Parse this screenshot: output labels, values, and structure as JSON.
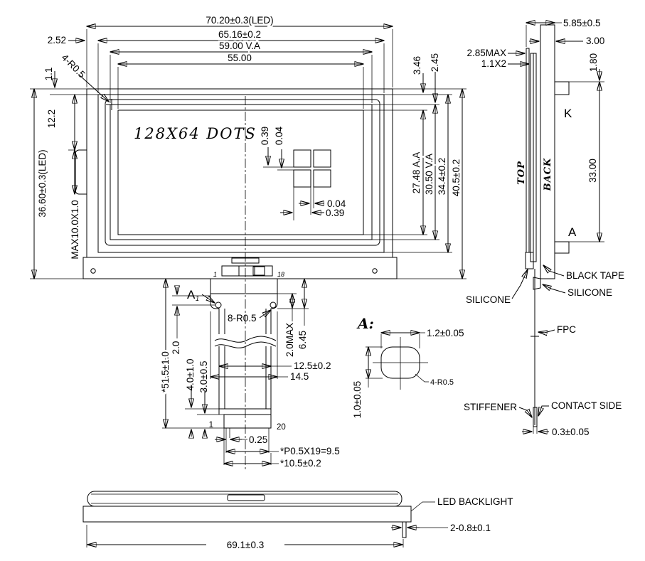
{
  "front": {
    "display_label": "128X64 DOTS",
    "dim_width_led": "70.20±0.3(LED)",
    "dim_width_bezel": "65.16±0.2",
    "dim_width_va": "59.00 V.A",
    "dim_width_aa": "55.00",
    "dim_margin": "2.52",
    "dim_lip": "1.1",
    "corner_radius": "4-R0.5",
    "dim_height_led": "36.60±0.3(LED)",
    "dim_bump_offset": "12.2",
    "bump_label": "MAX10.0X1.0",
    "dim_aa_offset": "3.46",
    "dim_va_offset": "2.45",
    "dim_height_aa": "27.48 A.A",
    "dim_height_va": "30.50 V.A",
    "dim_height_bezel": "34.4±0.2",
    "dim_height_total": "40.5±0.2",
    "dot": {
      "h1": "0.39",
      "h2": "0.04",
      "w1": "0.04",
      "w2": "0.39"
    },
    "pin_first": "1",
    "pin_last": "18"
  },
  "tail": {
    "hole_ref": "A",
    "hole_ref_sub": "1",
    "radius_label": "8-R0.5",
    "dim_tape": "2.0MAX",
    "dim_shoulder": "6.45",
    "dim_length": "*51.5±1.0",
    "dim_hole_pos": "2.0",
    "dim_stiffener": "4.0±1.0",
    "dim_contact": "3.0±0.5",
    "dim_width_narrow": "12.5±0.2",
    "dim_width_shoulder": "14.5",
    "pin_first": "1",
    "pin_last": "20",
    "dim_pin_margin": "0.25",
    "dim_pitch": "*P0.5X19=9.5",
    "dim_contact_width": "*10.5±0.2"
  },
  "side": {
    "dim_total_thk": "5.85±0.5",
    "dim_back_thk": "3.00",
    "dim_lcd_thk": "2.85MAX",
    "dim_glass": "1.1X2",
    "dim_tab_offset": "1.80",
    "tab_top": "K",
    "tab_bottom": "A",
    "dim_tab_span": "33.00",
    "label_top": "TOP",
    "label_back": "BACK",
    "label_black_tape": "BLACK TAPE",
    "label_silicone_left": "SILICONE",
    "label_silicone_right": "SILICONE",
    "label_fpc": "FPC",
    "label_stiffener": "STIFFENER",
    "label_contact": "CONTACT SIDE",
    "dim_fpc_thk": "0.3±0.05"
  },
  "detail_a": {
    "title": "A:",
    "dim_w": "1.2±0.05",
    "dim_h": "1.0±0.05",
    "radius": "4-R0.5"
  },
  "bottom": {
    "label_backlight": "LED BACKLIGHT",
    "dim_width": "69.1±0.3",
    "dim_tab": "2-0.8±0.1"
  }
}
